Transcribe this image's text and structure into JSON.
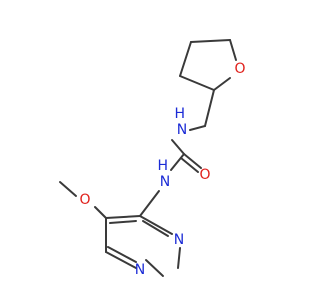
{
  "molecule": {
    "atom_labels": {
      "ring_oxygen": "O",
      "amine_n_top": "H\nN",
      "carbonyl_oxygen": "O",
      "amine_n_bottom": "H\nN",
      "methoxy_oxygen": "O",
      "pyrimidine_n_upper": "N",
      "pyrimidine_n_lower": "N"
    },
    "colors": {
      "bond": "#3a3a3a",
      "oxygen": "#e0201b",
      "nitrogen": "#1b2bd6",
      "hydrogen_on_nitrogen": "#1b2bd6"
    }
  }
}
